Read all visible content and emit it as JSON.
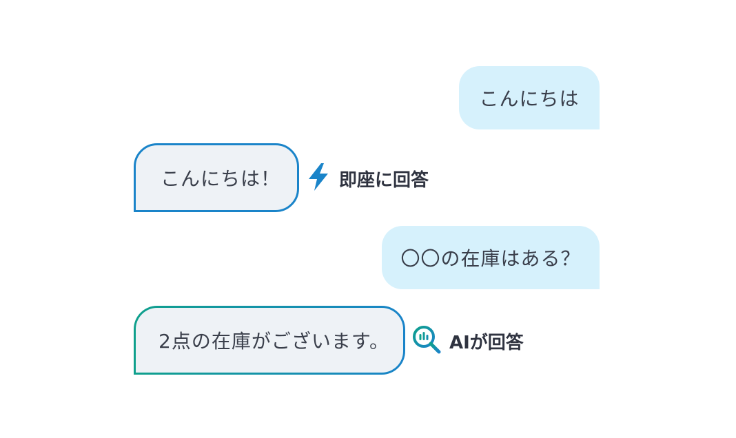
{
  "conversation": {
    "user_message_1": "こんにちは",
    "bot_reply_1": "こんにちは！",
    "instant_tag": {
      "icon": "lightning-bolt-icon",
      "label": "即座に回答",
      "color": "#1a84c9"
    },
    "user_message_2": "〇〇の在庫はある？",
    "bot_reply_2": "2点の在庫がございます。",
    "ai_tag": {
      "icon": "ai-search-chart-icon",
      "label": "AIが回答",
      "color": "#0fa08c"
    }
  },
  "colors": {
    "user_bubble_bg": "#d6f1fc",
    "bot_bubble_bg": "#eef2f6",
    "instant_border": "#1a84c9",
    "ai_border_gradient_start": "#0fa08c",
    "ai_border_gradient_end": "#1a84c9"
  }
}
